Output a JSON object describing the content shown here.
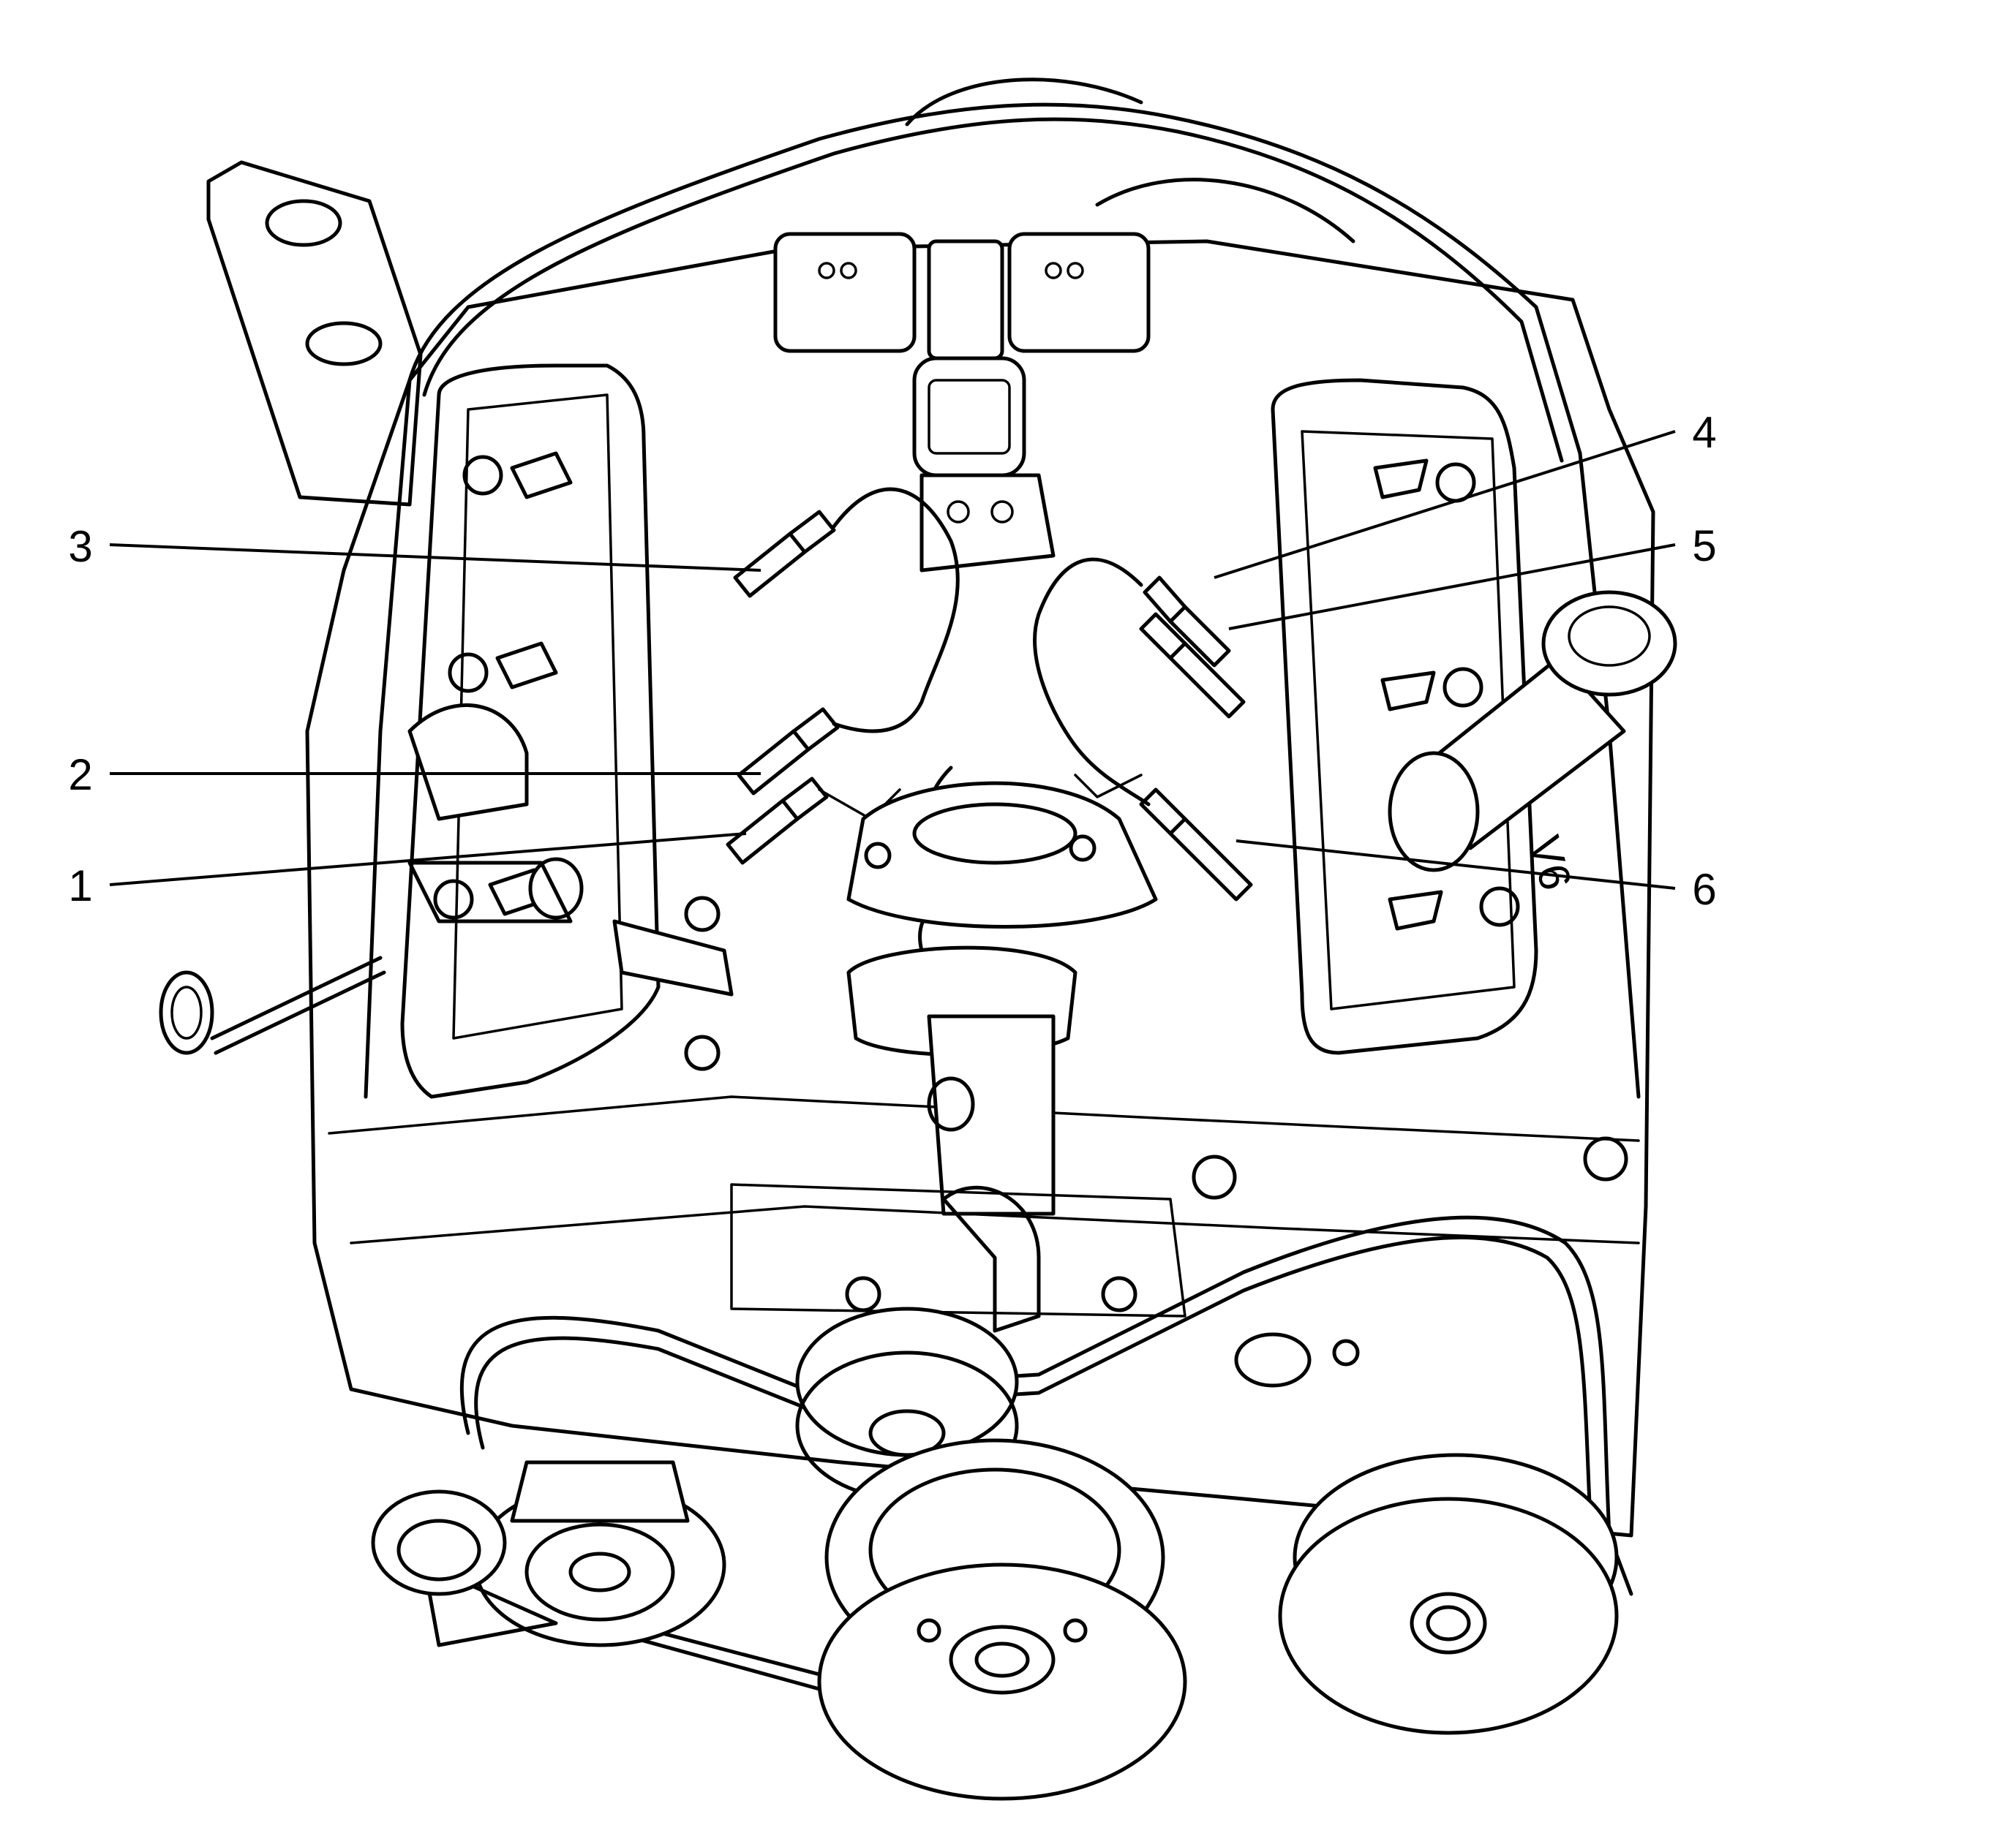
{
  "callouts": [
    {
      "id": "1",
      "label": "1"
    },
    {
      "id": "2",
      "label": "2"
    },
    {
      "id": "3",
      "label": "3"
    },
    {
      "id": "4",
      "label": "4"
    },
    {
      "id": "5",
      "label": "5"
    },
    {
      "id": "6",
      "label": "6"
    }
  ],
  "engine_badge": "V6"
}
